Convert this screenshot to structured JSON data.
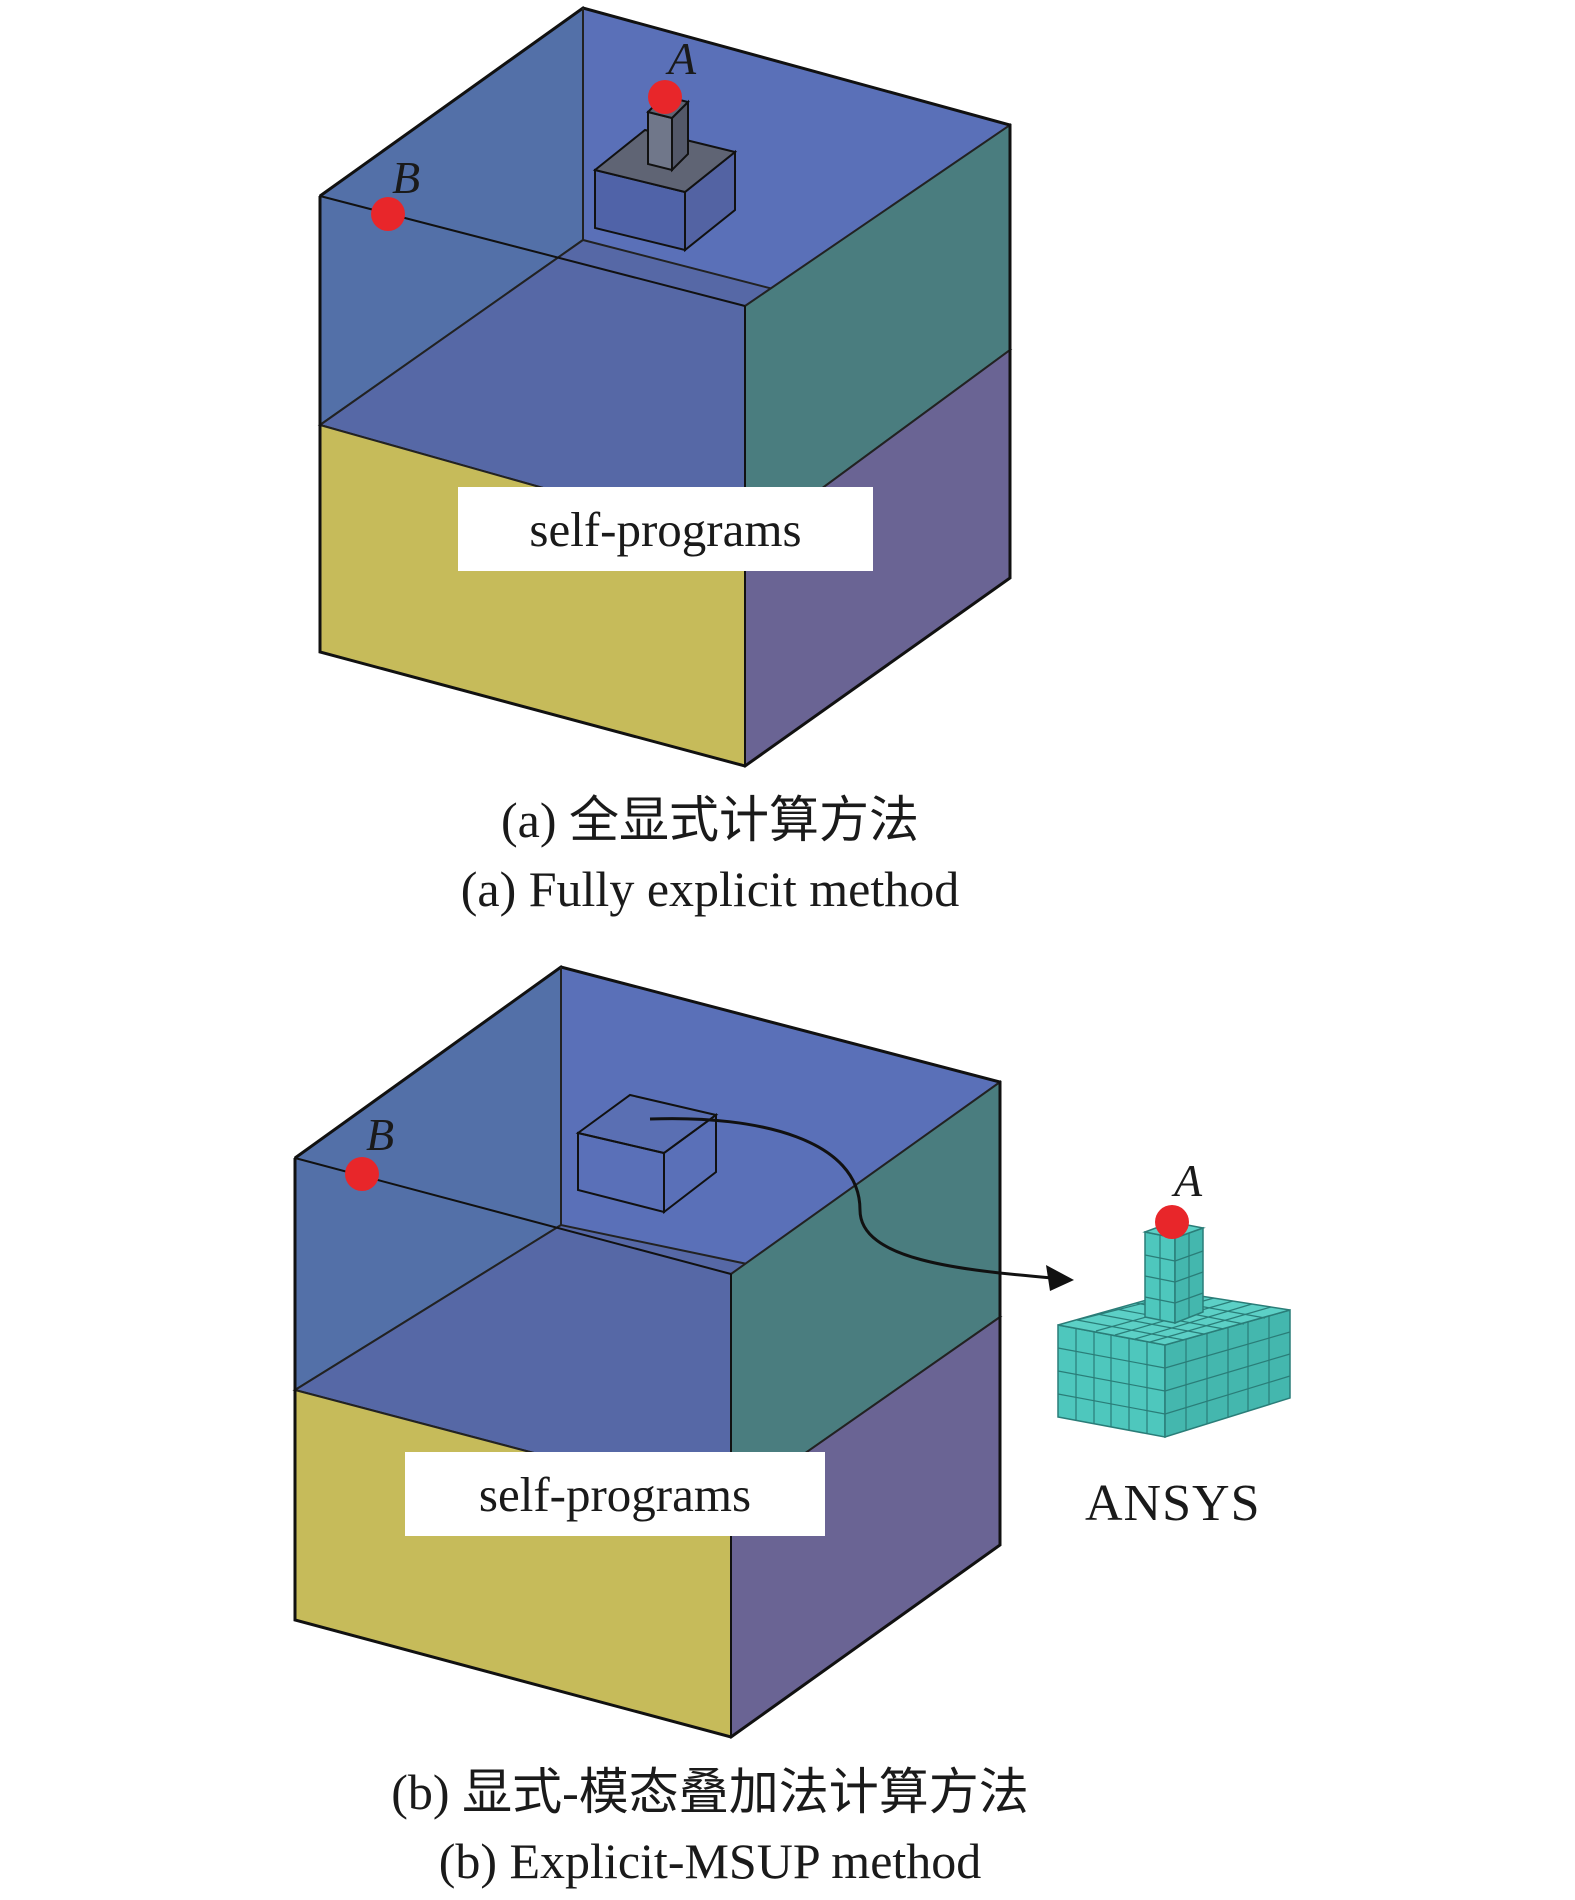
{
  "panel_a": {
    "box_label": "self-programs",
    "point_a": "A",
    "point_b": "B",
    "caption_cn": "(a) 全显式计算方法",
    "caption_en": "(a) Fully explicit method"
  },
  "panel_b": {
    "box_label": "self-programs",
    "point_a": "A",
    "point_b": "B",
    "software_label": "ANSYS",
    "caption_cn": "(b) 显式-模态叠加法计算方法",
    "caption_en": "(b) Explicit-MSUP method"
  },
  "colors": {
    "soil_top_face": "#5a6fb3",
    "soil_top_face_back": "#5a70b8",
    "soil_right_face_upper": "#4a7d7f",
    "soil_right_face_lower": "#6a6494",
    "soil_front_lower": "#c6bb5a",
    "point_marker": "#e8262a",
    "ansys_mesh": "#4ec7bd",
    "structure_gray": "#5f6474"
  }
}
